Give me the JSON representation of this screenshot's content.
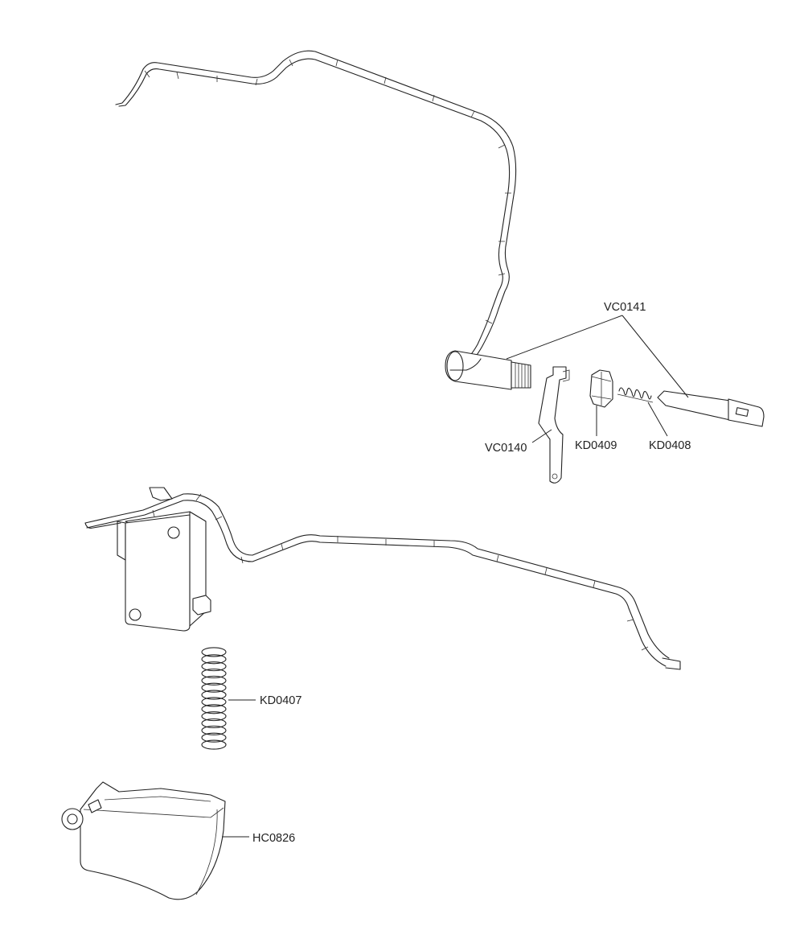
{
  "labels": {
    "vc0141": "VC0141",
    "vc0140": "VC0140",
    "kd0409": "KD0409",
    "kd0408": "KD0408",
    "kd0407": "KD0407",
    "hc0826": "HC0826"
  }
}
